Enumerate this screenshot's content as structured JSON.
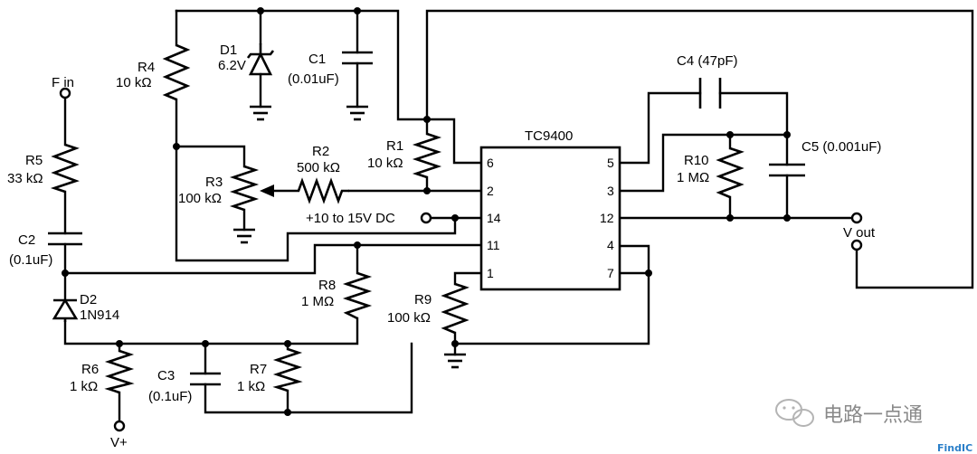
{
  "chip": {
    "name": "TC9400",
    "pins_left": [
      "6",
      "2",
      "14",
      "11",
      "1"
    ],
    "pins_right": [
      "5",
      "3",
      "12",
      "4",
      "7"
    ]
  },
  "components": {
    "r4": {
      "ref": "R4",
      "value": "10 kΩ"
    },
    "d1": {
      "ref": "D1",
      "value": "6.2V"
    },
    "c1": {
      "ref": "C1",
      "value": "(0.01uF)"
    },
    "c4": {
      "ref": "C4 (47pF)"
    },
    "r1": {
      "ref": "R1",
      "value": "10 kΩ"
    },
    "r2": {
      "ref": "R2",
      "value": "500 kΩ"
    },
    "r3": {
      "ref": "R3",
      "value": "100 kΩ"
    },
    "r5": {
      "ref": "R5",
      "value": "33 kΩ"
    },
    "c2": {
      "ref": "C2",
      "value": "(0.1uF)"
    },
    "r10": {
      "ref": "R10",
      "value": "1 MΩ"
    },
    "c5": {
      "ref": "C5 (0.001uF)"
    },
    "r8": {
      "ref": "R8",
      "value": "1 MΩ"
    },
    "r9": {
      "ref": "R9",
      "value": "100 kΩ"
    },
    "d2": {
      "ref": "D2",
      "value": "1N914"
    },
    "r6": {
      "ref": "R6",
      "value": "1 kΩ"
    },
    "c3": {
      "ref": "C3",
      "value": "(0.1uF)"
    },
    "r7": {
      "ref": "R7",
      "value": "1 kΩ"
    }
  },
  "terminals": {
    "f_in": "F in",
    "supply": "+10 to 15V DC",
    "v_out": "V out",
    "v_plus": "V+"
  },
  "watermark": {
    "text": "电路一点通",
    "brand": "FindIC"
  }
}
